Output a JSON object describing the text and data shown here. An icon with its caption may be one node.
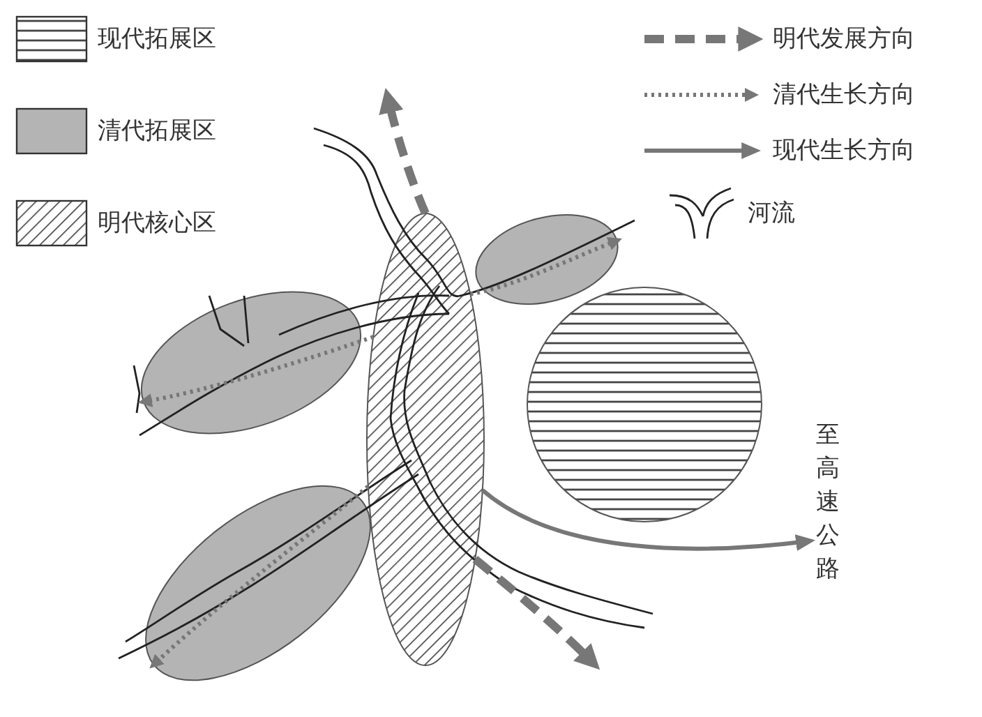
{
  "diagram": {
    "nodes": [
      {
        "text": [],
        "shape": "ellipse"
      },
      {
        "text": [],
        "shape": "ellipse"
      },
      {
        "text": [],
        "shape": "ellipse"
      },
      {
        "text": [],
        "shape": "ellipse"
      },
      {
        "text": [],
        "shape": "circle"
      },
      {
        "text": [
          "至高速公路"
        ]
      }
    ],
    "edges": [
      {
        "from": 0,
        "to": null,
        "arrow": "to",
        "style": "dashed"
      },
      {
        "from": 0,
        "to": null,
        "arrow": "to",
        "style": "dashed"
      },
      {
        "from": 0,
        "to": 1,
        "arrow": "to",
        "style": "dashed"
      },
      {
        "from": 0,
        "to": 2,
        "arrow": "to",
        "style": "dashed"
      },
      {
        "from": 0,
        "to": 3,
        "arrow": "to",
        "style": "dashed"
      },
      {
        "from": 0,
        "to": 5,
        "arrow": "to"
      }
    ],
    "legend": [
      {
        "text": "现代拓展区"
      },
      {
        "text": "清代拓展区",
        "color": "#b4b4b4"
      },
      {
        "text": "明代核心区"
      },
      {
        "text": "明代发展方向"
      },
      {
        "text": "清代生长方向"
      },
      {
        "text": "现代生长方向"
      },
      {
        "text": "河流"
      }
    ]
  }
}
